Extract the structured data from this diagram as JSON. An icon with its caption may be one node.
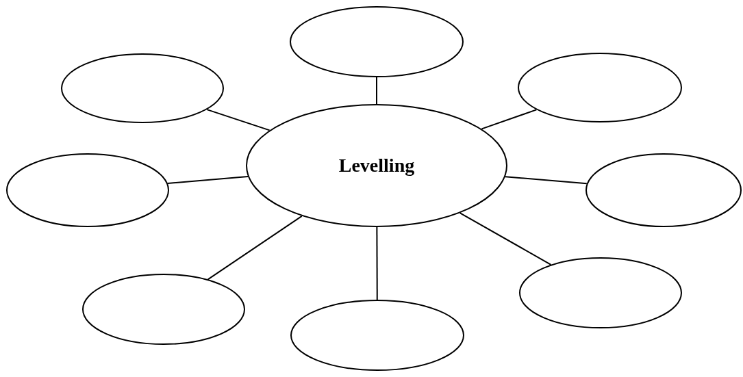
{
  "diagram": {
    "nodes": [
      {
        "text": [
          "Levelling"
        ]
      },
      {
        "text": [],
        "shape": "ellipse"
      },
      {
        "text": [],
        "shape": "ellipse"
      },
      {
        "text": [],
        "shape": "ellipse"
      },
      {
        "text": [],
        "shape": "ellipse"
      },
      {
        "text": [],
        "shape": "ellipse"
      },
      {
        "text": [],
        "shape": "ellipse"
      },
      {
        "text": [],
        "shape": "ellipse"
      },
      {
        "text": [],
        "shape": "ellipse"
      }
    ],
    "edges": [
      {
        "from": 0,
        "to": 1,
        "arrow": "none"
      },
      {
        "from": 0,
        "to": 2,
        "arrow": "none"
      },
      {
        "from": 0,
        "to": 3,
        "arrow": "none"
      },
      {
        "from": 0,
        "to": 4,
        "arrow": "none"
      },
      {
        "from": 0,
        "to": 5,
        "arrow": "none"
      },
      {
        "from": 0,
        "to": 6,
        "arrow": "none"
      },
      {
        "from": 0,
        "to": 7,
        "arrow": "none"
      },
      {
        "from": 0,
        "to": 8,
        "arrow": "none"
      }
    ]
  }
}
